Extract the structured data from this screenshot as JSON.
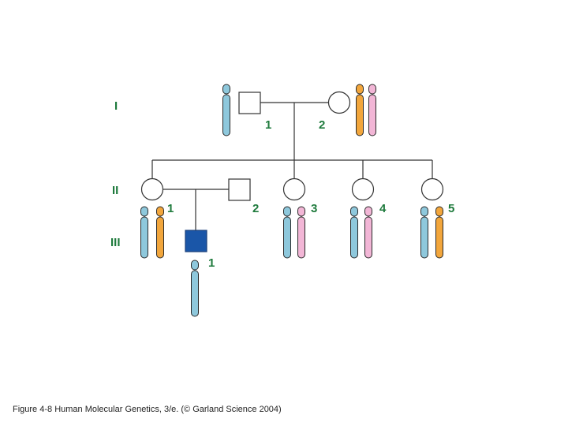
{
  "generations": [
    "I",
    "II",
    "III"
  ],
  "individuals": {
    "I_1": "1",
    "I_2": "2",
    "II_1": "1",
    "II_2": "2",
    "II_3": "3",
    "II_4": "4",
    "II_5": "5",
    "III_1": "1"
  },
  "colors": {
    "line": "#333333",
    "label_green": "#1e7a3c",
    "chrom_blue": "#8ec8dc",
    "chrom_orange": "#f2a63c",
    "chrom_pink": "#f2b6d6",
    "affected_fill": "#1a56a8",
    "outline": "#2a2a2a"
  },
  "caption": "Figure 4-8  Human Molecular Genetics, 3/e.  (© Garland Science 2004)"
}
